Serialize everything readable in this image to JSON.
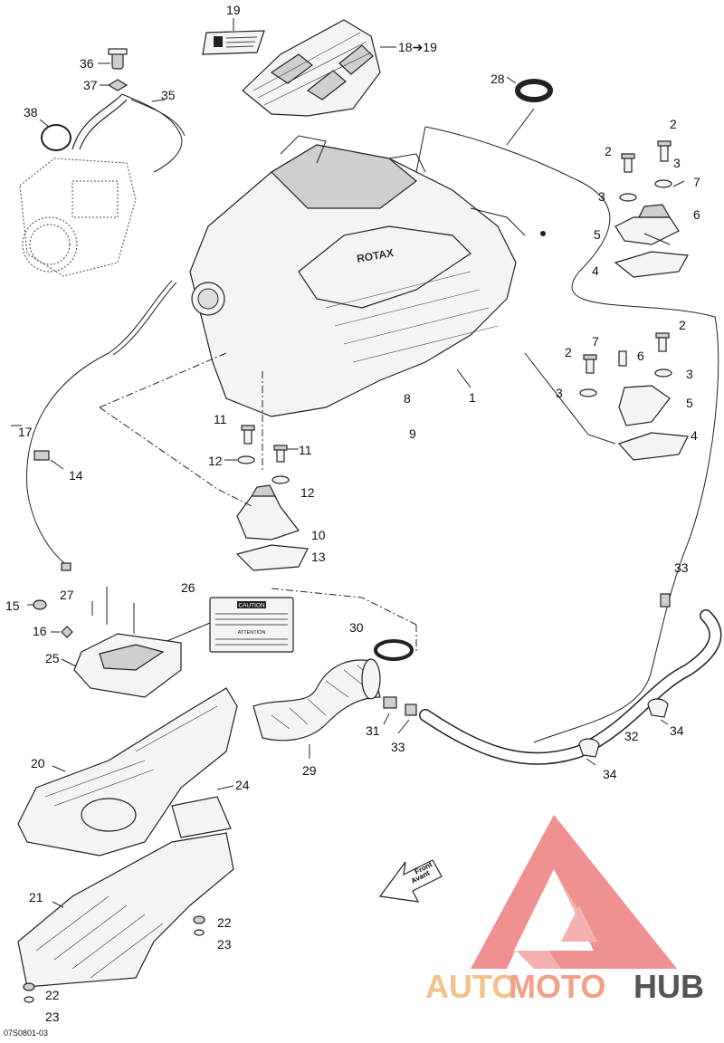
{
  "callouts": {
    "c1": "1",
    "c2a": "2",
    "c2b": "2",
    "c2c": "2",
    "c2d": "2",
    "c3a": "3",
    "c3b": "3",
    "c3c": "3",
    "c3d": "3",
    "c4a": "4",
    "c4b": "4",
    "c5a": "5",
    "c5b": "5",
    "c6a": "6",
    "c6b": "6",
    "c7a": "7",
    "c7b": "7",
    "c8": "8",
    "c9": "9",
    "c10": "10",
    "c11a": "11",
    "c11b": "11",
    "c12a": "12",
    "c12b": "12",
    "c13": "13",
    "c14": "14",
    "c15": "15",
    "c16": "16",
    "c17": "17",
    "c1819": "18➔19",
    "c19": "19",
    "c20": "20",
    "c21": "21",
    "c22a": "22",
    "c22b": "22",
    "c23a": "23",
    "c23b": "23",
    "c24": "24",
    "c25": "25",
    "c26": "26",
    "c27": "27",
    "c28": "28",
    "c29": "29",
    "c30": "30",
    "c31": "31",
    "c32": "32",
    "c33a": "33",
    "c33b": "33",
    "c34a": "34",
    "c34b": "34",
    "c35": "35",
    "c36": "36",
    "c37": "37",
    "c38": "38"
  },
  "front_arrow": {
    "line1": "Front",
    "line2": "Avant"
  },
  "reference_code": "07S0801-03",
  "caution_label": {
    "title": "CAUTION",
    "subtitle": "ATTENTION"
  },
  "engine_logo": "ROTAX",
  "watermark": {
    "brand_part1": "AUTO",
    "brand_part2": "MOTO",
    "brand_part3": "HUB",
    "colors": {
      "triangle": "#f08a8a",
      "auto": "#f2c28a",
      "moto": "#f2a08a",
      "hub": "#555555"
    }
  }
}
